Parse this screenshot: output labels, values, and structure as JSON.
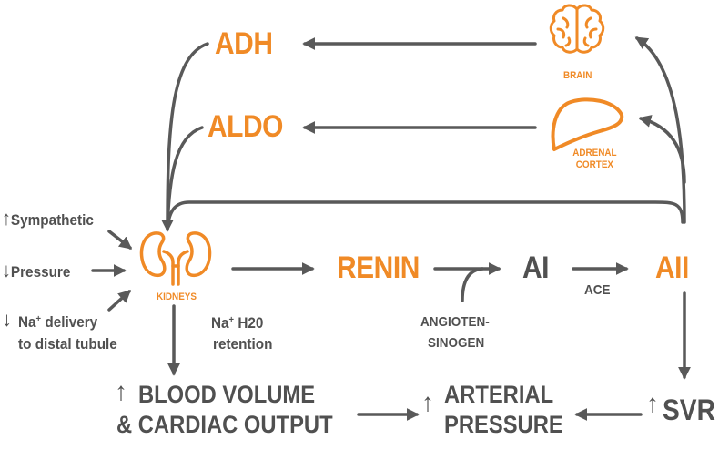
{
  "colors": {
    "accent": "#f08a26",
    "text": "#505050",
    "arrow": "#595959"
  },
  "icons": [
    "brain-icon",
    "adrenal-cortex-icon",
    "kidneys-icon"
  ],
  "hormones": {
    "adh": "ADH",
    "aldo": "ALDO"
  },
  "organs": {
    "brain": "BRAIN",
    "adrenal_line1": "ADRENAL",
    "adrenal_line2": "CORTEX",
    "kidneys": "KIDNEYS"
  },
  "inputs": {
    "sympathetic": "Sympathetic",
    "pressure": "Pressure",
    "na_symbol": "Na",
    "na_charge": "+",
    "na_rest": " delivery",
    "distal": "to distal tubule"
  },
  "cascade": {
    "renin": "RENIN",
    "ai": "AI",
    "ace": "ACE",
    "aii": "AII",
    "angiotensinogen_line1": "ANGIOTEN-",
    "angiotensinogen_line2": "SINOGEN"
  },
  "retention": {
    "na_symbol": "Na",
    "na_charge": "+",
    "h2o": " H20",
    "line2": "retention"
  },
  "outputs": {
    "blood_volume_line1": "BLOOD VOLUME",
    "blood_volume_line2": "& CARDIAC OUTPUT",
    "arterial_line1": "ARTERIAL",
    "arterial_line2": "PRESSURE",
    "svr": "SVR"
  },
  "glyphs": {
    "up": "↑",
    "down": "↓"
  }
}
